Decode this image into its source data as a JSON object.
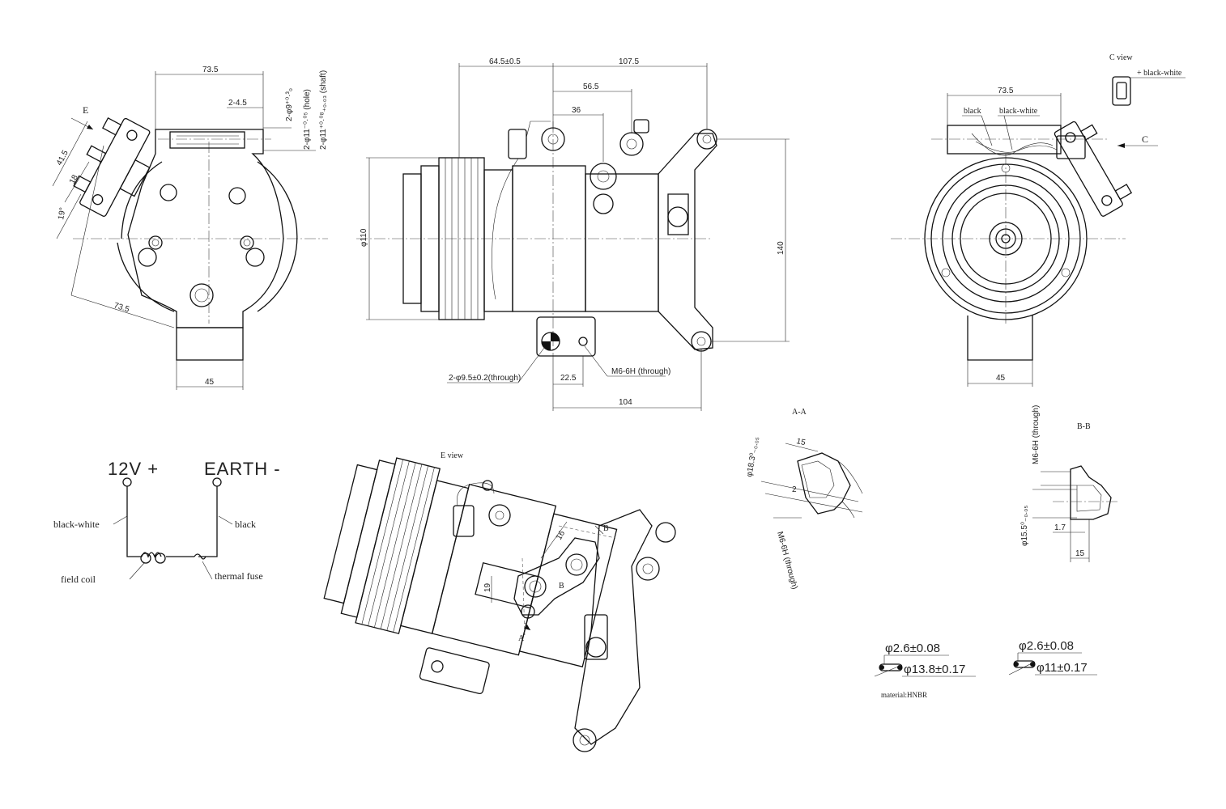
{
  "dims": {
    "left_735": "73.5",
    "left_245": "2-4.5",
    "left_shaft": "2-φ9⁺⁰·³₀",
    "left_hole": "2-φ11⁻⁰·⁰⁵ (hole)",
    "left_shaft2": "2-φ11⁺⁰·⁰⁸₊₀.₀₃ (shaft)",
    "left_E": "E",
    "left_415": "41.5",
    "left_18": "18",
    "left_19": "19°",
    "left_735b": "73.5",
    "left_45": "45",
    "mid_645": "64.5±0.5",
    "mid_1075": "107.5",
    "mid_565": "56.5",
    "mid_36": "36",
    "mid_110": "φ110",
    "mid_140": "140",
    "mid_hole": "2-φ9.5±0.2(through)",
    "mid_225": "22.5",
    "mid_m6": "M6-6H (through)",
    "mid_104": "104",
    "right_cview": "C view",
    "right_bw": "+ black-white",
    "right_735": "73.5",
    "right_black": "black",
    "right_blackwhite": "black-white",
    "right_C": "C",
    "right_45": "45"
  },
  "wiring": {
    "pos": "12V +",
    "neg": "EARTH -",
    "wire1": "black-white",
    "wire2": "black",
    "coil": "field coil",
    "fuse": "thermal fuse"
  },
  "eview": {
    "title": "E view",
    "a": "A",
    "b1": "B",
    "b2": "B",
    "d16": "16",
    "d19": "19"
  },
  "section_aa": {
    "title": "A-A",
    "d15": "15",
    "dia": "φ18.3⁰₋₀.₀₅",
    "d2": "2",
    "m6": "M6-6H (through)"
  },
  "section_bb": {
    "title": "B-B",
    "m6": "M6-6H (through)",
    "dia": "φ15.5⁰₋₀.₀₅",
    "d17": "1.7",
    "d15": "15"
  },
  "orings": {
    "r1_cs": "φ2.6±0.08",
    "r1_id": "φ13.8±0.17",
    "r2_cs": "φ2.6±0.08",
    "r2_id": "φ11±0.17",
    "material": "material:HNBR"
  }
}
